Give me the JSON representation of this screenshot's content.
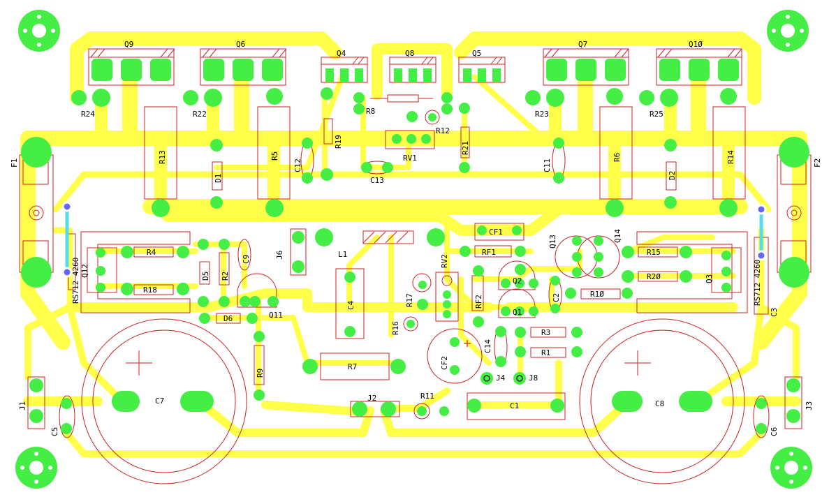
{
  "colors": {
    "background": "#ffffff",
    "trace": "#ffff4a",
    "pad": "#44ee44",
    "silkscreen": "#cc2222",
    "label": "#000000",
    "jumper": "#55ddee",
    "via": "#6666ee"
  },
  "labels": {
    "q9": "Q9",
    "q6": "Q6",
    "q4": "Q4",
    "q8": "Q8",
    "q5": "Q5",
    "q7": "Q7",
    "q10": "Q1Ø",
    "r24": "R24",
    "r22": "R22",
    "r8": "R8",
    "r12": "R12",
    "r23": "R23",
    "r25": "R25",
    "r13": "R13",
    "d1": "D1",
    "r5": "R5",
    "c12": "C12",
    "r19": "R19",
    "rv1": "RV1",
    "c13": "C13",
    "r21": "R21",
    "c11": "C11",
    "r6": "R6",
    "d2": "D2",
    "r14": "R14",
    "f1": "F1",
    "f2": "F2",
    "j6": "J6",
    "l1": "L1",
    "cf1": "CF1",
    "rf1": "RF1",
    "rv2": "RV2",
    "q13": "Q13",
    "q14": "Q14",
    "r4": "R4",
    "r15": "R15",
    "q12": "Q12",
    "rs_left": "RS712 4260",
    "r18": "R18",
    "d5": "D5",
    "r2": "R2",
    "c9": "C9",
    "q11": "Q11",
    "d6": "D6",
    "c4": "C4",
    "r17": "R17",
    "rf2": "RF2",
    "q2": "Q2",
    "c2": "C2",
    "r10": "R1Ø",
    "r20": "R2Ø",
    "q3": "Q3",
    "rs_right": "RS712 4260",
    "c3": "C3",
    "q1": "Q1",
    "r3": "R3",
    "r16": "R16",
    "cf2": "CF2",
    "c14": "C14",
    "r1": "R1",
    "r9": "R9",
    "r7": "R7",
    "j4": "J4",
    "j8": "J8",
    "c7": "C7",
    "c8": "C8",
    "j1": "J1",
    "c5": "C5",
    "j3": "J3",
    "c6": "C6",
    "j2": "J2",
    "r11": "R11",
    "c1": "C1"
  }
}
